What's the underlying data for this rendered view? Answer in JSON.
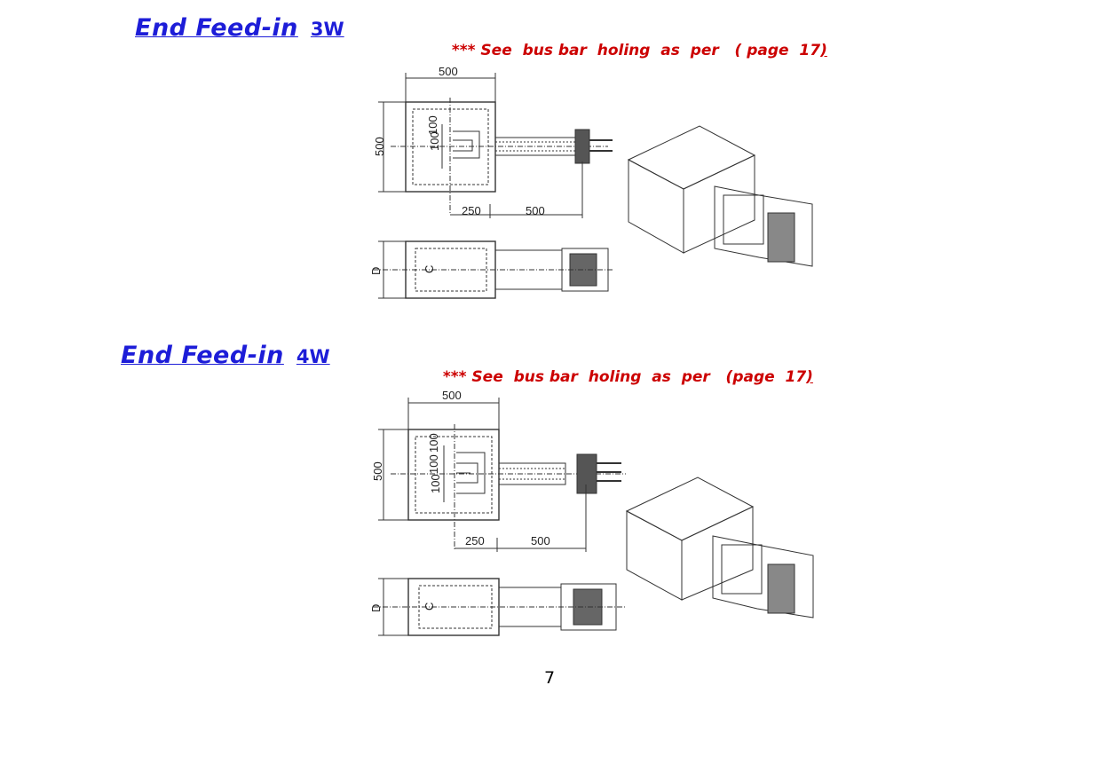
{
  "sections": [
    {
      "title_main": "End  Feed-in",
      "title_suffix": "3W",
      "note": "*** See  bus bar  holing  as  per   ( page  17",
      "note_tail": ")",
      "dims": {
        "top": "500",
        "side": "500",
        "b1": "250",
        "b2": "500",
        "d": "D",
        "c": "C",
        "h1": "100",
        "h2": "100"
      }
    },
    {
      "title_main": "End  Feed-in",
      "title_suffix": "4W",
      "note": "*** See  bus bar  holing  as  per   (page  17",
      "note_tail": ")",
      "dims": {
        "top": "500",
        "side": "500",
        "b1": "250",
        "b2": "500",
        "d": "D",
        "c": "C",
        "h1": "100",
        "h2": "100",
        "h3": "100"
      }
    }
  ],
  "page_number": "7",
  "colors": {
    "heading": "#1d1dd8",
    "note": "#cc0000"
  }
}
